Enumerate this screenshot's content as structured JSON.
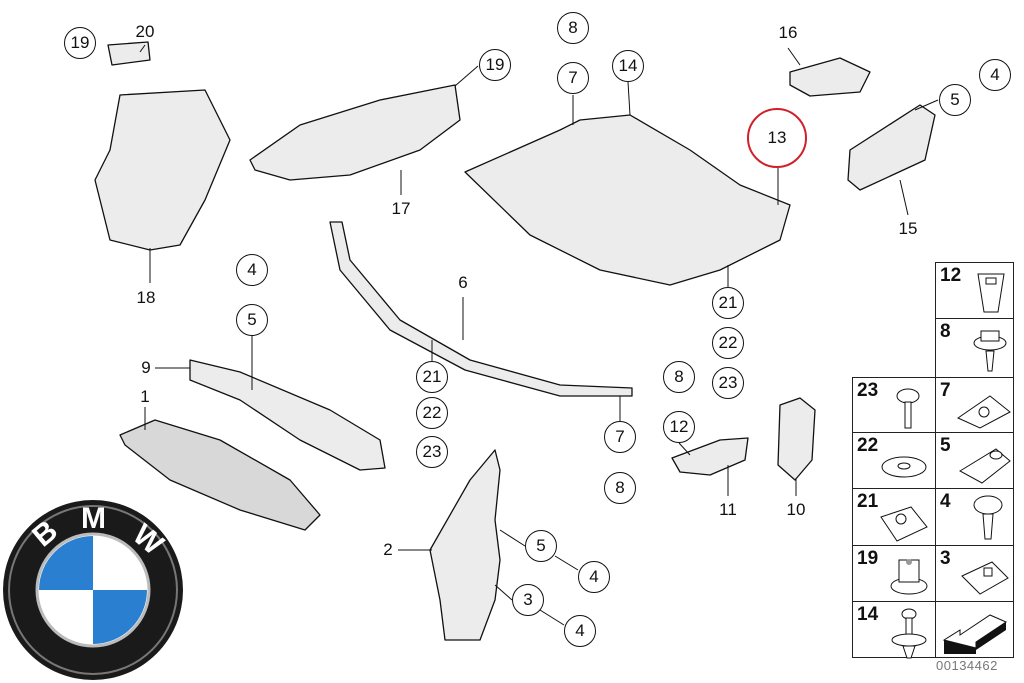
{
  "diagram": {
    "callouts": [
      {
        "id": "c19a",
        "text": "19",
        "style": "circled"
      },
      {
        "id": "c20",
        "text": "20",
        "style": "plain"
      },
      {
        "id": "c19b",
        "text": "19",
        "style": "circled"
      },
      {
        "id": "c8a",
        "text": "8",
        "style": "circled"
      },
      {
        "id": "c7a",
        "text": "7",
        "style": "circled"
      },
      {
        "id": "c14",
        "text": "14",
        "style": "circled"
      },
      {
        "id": "c16",
        "text": "16",
        "style": "plain"
      },
      {
        "id": "c4a",
        "text": "4",
        "style": "circled"
      },
      {
        "id": "c5a",
        "text": "5",
        "style": "circled"
      },
      {
        "id": "c13",
        "text": "13",
        "style": "highlighted"
      },
      {
        "id": "c15",
        "text": "15",
        "style": "plain"
      },
      {
        "id": "c17",
        "text": "17",
        "style": "plain"
      },
      {
        "id": "c18",
        "text": "18",
        "style": "plain"
      },
      {
        "id": "c6",
        "text": "6",
        "style": "plain"
      },
      {
        "id": "c4b",
        "text": "4",
        "style": "circled"
      },
      {
        "id": "c5b",
        "text": "5",
        "style": "circled"
      },
      {
        "id": "c9",
        "text": "9",
        "style": "plain"
      },
      {
        "id": "c1",
        "text": "1",
        "style": "plain"
      },
      {
        "id": "c21a",
        "text": "21",
        "style": "circled"
      },
      {
        "id": "c22a",
        "text": "22",
        "style": "circled"
      },
      {
        "id": "c23a",
        "text": "23",
        "style": "circled"
      },
      {
        "id": "c21b",
        "text": "21",
        "style": "circled"
      },
      {
        "id": "c22b",
        "text": "22",
        "style": "circled"
      },
      {
        "id": "c23b",
        "text": "23",
        "style": "circled"
      },
      {
        "id": "c8b",
        "text": "8",
        "style": "circled"
      },
      {
        "id": "c12",
        "text": "12",
        "style": "circled"
      },
      {
        "id": "c11",
        "text": "11",
        "style": "plain"
      },
      {
        "id": "c7b",
        "text": "7",
        "style": "circled"
      },
      {
        "id": "c8c",
        "text": "8",
        "style": "circled"
      },
      {
        "id": "c10",
        "text": "10",
        "style": "plain"
      },
      {
        "id": "c2",
        "text": "2",
        "style": "plain"
      },
      {
        "id": "c5c",
        "text": "5",
        "style": "circled"
      },
      {
        "id": "c4c",
        "text": "4",
        "style": "circled"
      },
      {
        "id": "c3",
        "text": "3",
        "style": "circled"
      },
      {
        "id": "c4d",
        "text": "4",
        "style": "circled"
      }
    ],
    "highlight_color": "#d0202a"
  },
  "parts_table": {
    "cells": [
      {
        "num": "12",
        "icon": "expanding-nut-icon"
      },
      {
        "num": "8",
        "icon": "hex-screw-icon"
      },
      {
        "num": "23",
        "icon": "bolt-icon"
      },
      {
        "num": "7",
        "icon": "clip-nut-icon"
      },
      {
        "num": "22",
        "icon": "washer-icon"
      },
      {
        "num": "5",
        "icon": "speed-nut-icon"
      },
      {
        "num": "21",
        "icon": "clip-nut-icon"
      },
      {
        "num": "4",
        "icon": "torx-screw-icon"
      },
      {
        "num": "19",
        "icon": "collar-nut-icon"
      },
      {
        "num": "3",
        "icon": "clip-nut-icon"
      },
      {
        "num": "14",
        "icon": "expanding-rivet-icon"
      },
      {
        "num": "",
        "icon": "arrow-icon"
      }
    ],
    "code": "00134462"
  },
  "logo": {
    "text": "BMW",
    "letters": [
      "B",
      "M",
      "W"
    ],
    "colors": {
      "blue": "#2a7fd0",
      "ring": "#1a1a1a"
    }
  }
}
